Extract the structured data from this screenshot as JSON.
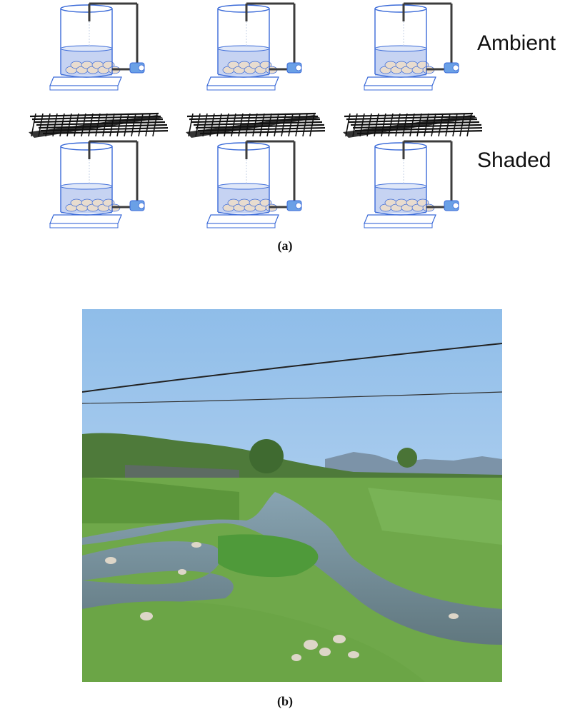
{
  "panel_a": {
    "rows": [
      {
        "label": "Ambient",
        "shaded": false,
        "replicates": 3
      },
      {
        "label": "Shaded",
        "shaded": true,
        "replicates": 3
      }
    ],
    "caption": "(a)"
  },
  "panel_b": {
    "caption": "(b)"
  },
  "colors": {
    "water": "#c6d3f2",
    "tank_outline": "#3a6ad8",
    "pipe": "#3c3c3c",
    "shade_net": "#111111",
    "pump": "#6aa0e6",
    "sky": "#9fc7ee",
    "grass": "#6fa84a"
  }
}
